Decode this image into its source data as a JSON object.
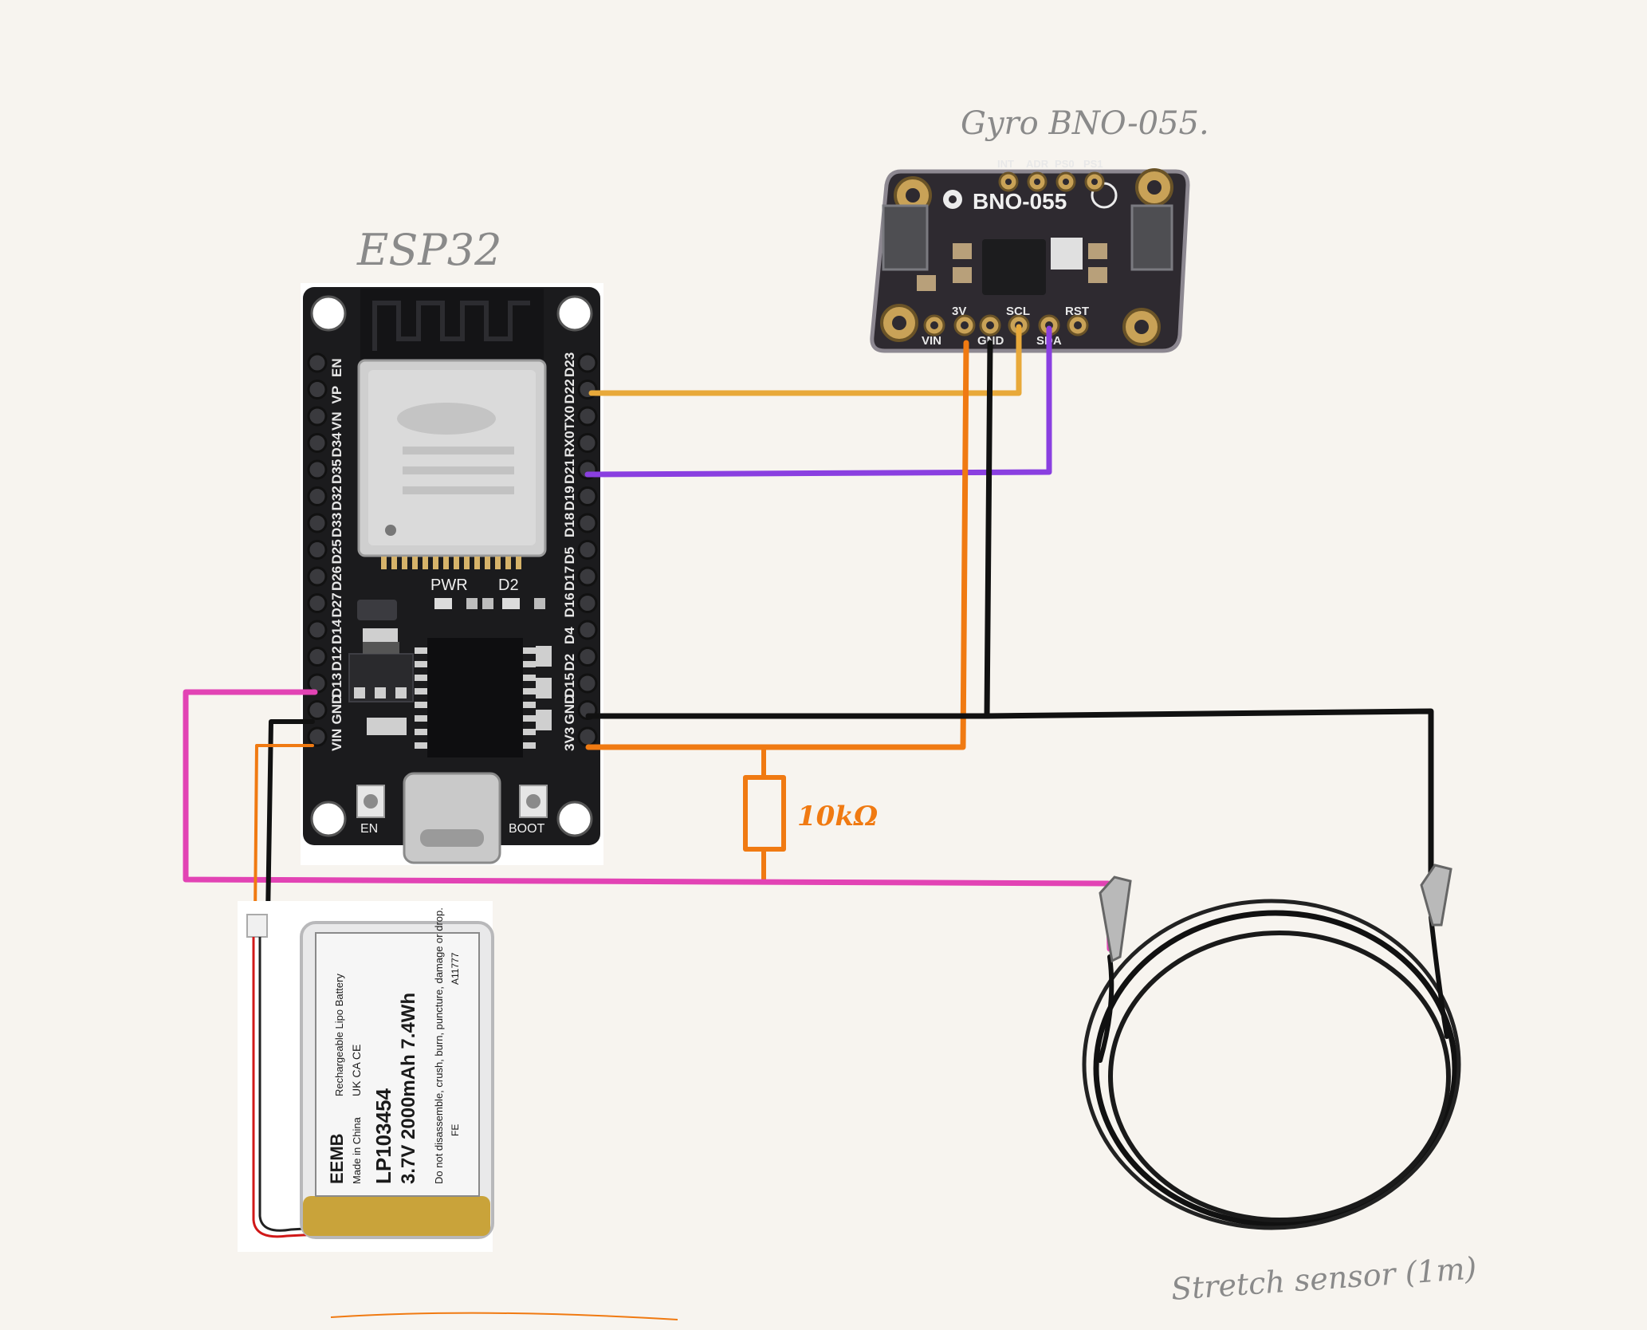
{
  "labels": {
    "esp32": "ESP32",
    "gyro": "Gyro BNO-055.",
    "stretch": "Stretch sensor (1m)",
    "resistor": "10kΩ"
  },
  "esp32": {
    "left_pins": [
      "EN",
      "VP",
      "VN",
      "D34",
      "D35",
      "D32",
      "D33",
      "D25",
      "D26",
      "D27",
      "D14",
      "D12",
      "D13",
      "GND",
      "VIN"
    ],
    "right_pins": [
      "D23",
      "D22",
      "TX0",
      "RX0",
      "D21",
      "D19",
      "D18",
      "D5",
      "D17",
      "D16",
      "D4",
      "D2",
      "D15",
      "GND",
      "3V3"
    ],
    "pwr_label": "PWR",
    "d2_label": "D2",
    "en_button": "EN",
    "boot_button": "BOOT"
  },
  "bno": {
    "title": "BNO-055",
    "top_pins": [
      "INT",
      "ADR",
      "PS0",
      "PS1"
    ],
    "bottom_pins": [
      "VIN",
      "3V",
      "GND",
      "SCL",
      "SDA",
      "RST"
    ]
  },
  "battery": {
    "brand": "EEMB",
    "origin": "Made in China",
    "type": "Rechargeable Lipo Battery",
    "model": "LP103454",
    "rating": "3.7V  2000mAh  7.4Wh",
    "warning": "Do not disassemble, crush, burn, puncture, damage or drop.",
    "code": "A11777",
    "fe": "FE",
    "marks": "UK CA  CE"
  },
  "colors": {
    "scl_wire": "#e8a93a",
    "sda_wire": "#8a3fe0",
    "power_wire": "#f07a12",
    "gnd_wire": "#111111",
    "signal_wire": "#e243b4",
    "pcb": "#1b1b1d",
    "gyro_pcb": "#2e2a30",
    "paper": "#f7f4ef"
  }
}
